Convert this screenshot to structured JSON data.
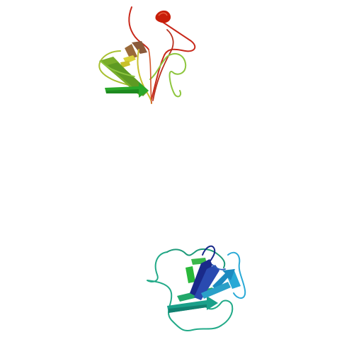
{
  "image": {
    "background": "#ffffff",
    "kind": "protein ribbon structure render",
    "domains": [
      {
        "name": "upper-domain",
        "palette": [
          "#c81e0a",
          "#d2552a",
          "#b8b23a",
          "#d8d23a",
          "#8ec63f",
          "#2aa82a"
        ]
      },
      {
        "name": "lower-domain",
        "palette": [
          "#1a2a8a",
          "#2a5ab8",
          "#29a9d6",
          "#22aa88",
          "#1e9a5a",
          "#3ab84a"
        ]
      }
    ]
  }
}
